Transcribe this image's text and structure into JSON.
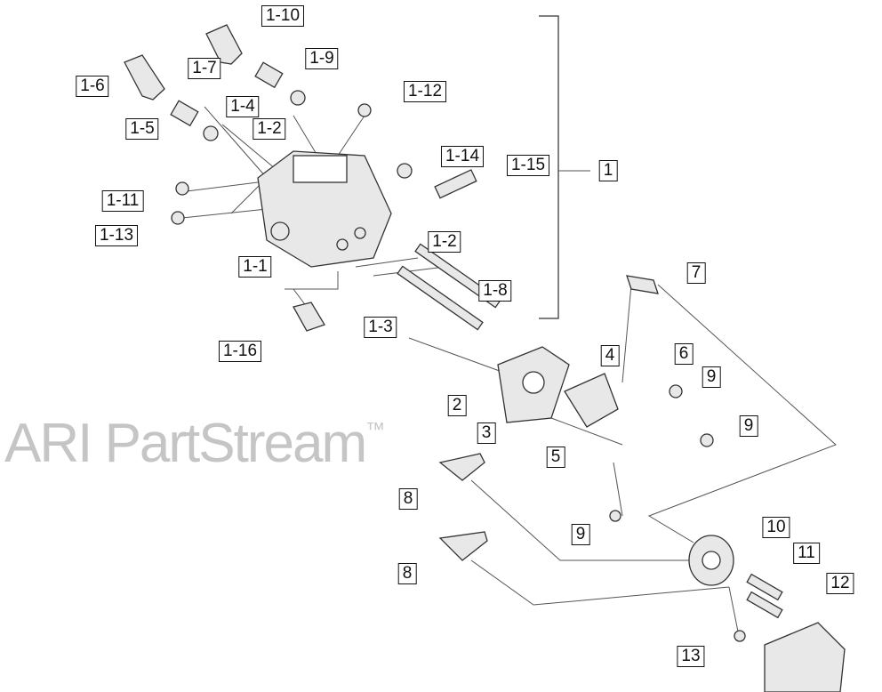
{
  "diagram": {
    "watermark": "ARI PartStream",
    "watermark_mark": "™",
    "callouts": [
      "1-10",
      "1-9",
      "1-6",
      "1-7",
      "1-4",
      "1-2",
      "1-5",
      "1-12",
      "1-14",
      "1-15",
      "1",
      "1-11",
      "1-13",
      "1-2",
      "1-1",
      "1-8",
      "1-3",
      "1-16",
      "7",
      "4",
      "6",
      "9",
      "2",
      "9",
      "3",
      "5",
      "8",
      "9",
      "10",
      "11",
      "12",
      "8",
      "13"
    ]
  }
}
